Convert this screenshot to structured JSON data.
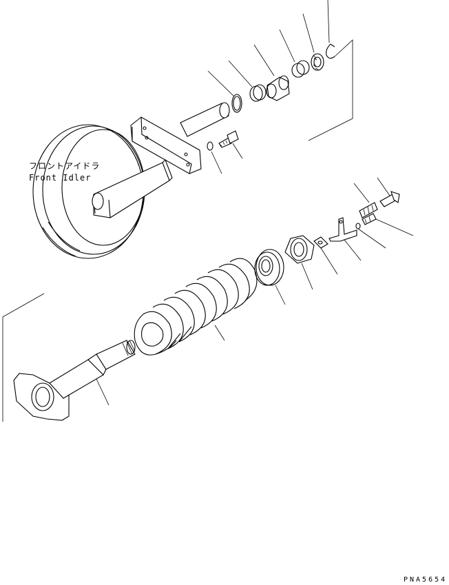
{
  "labels": {
    "front_idler_jp": "フロントアイドラ",
    "front_idler_en": "Front Idler"
  },
  "drawing_code": "PNA5654"
}
